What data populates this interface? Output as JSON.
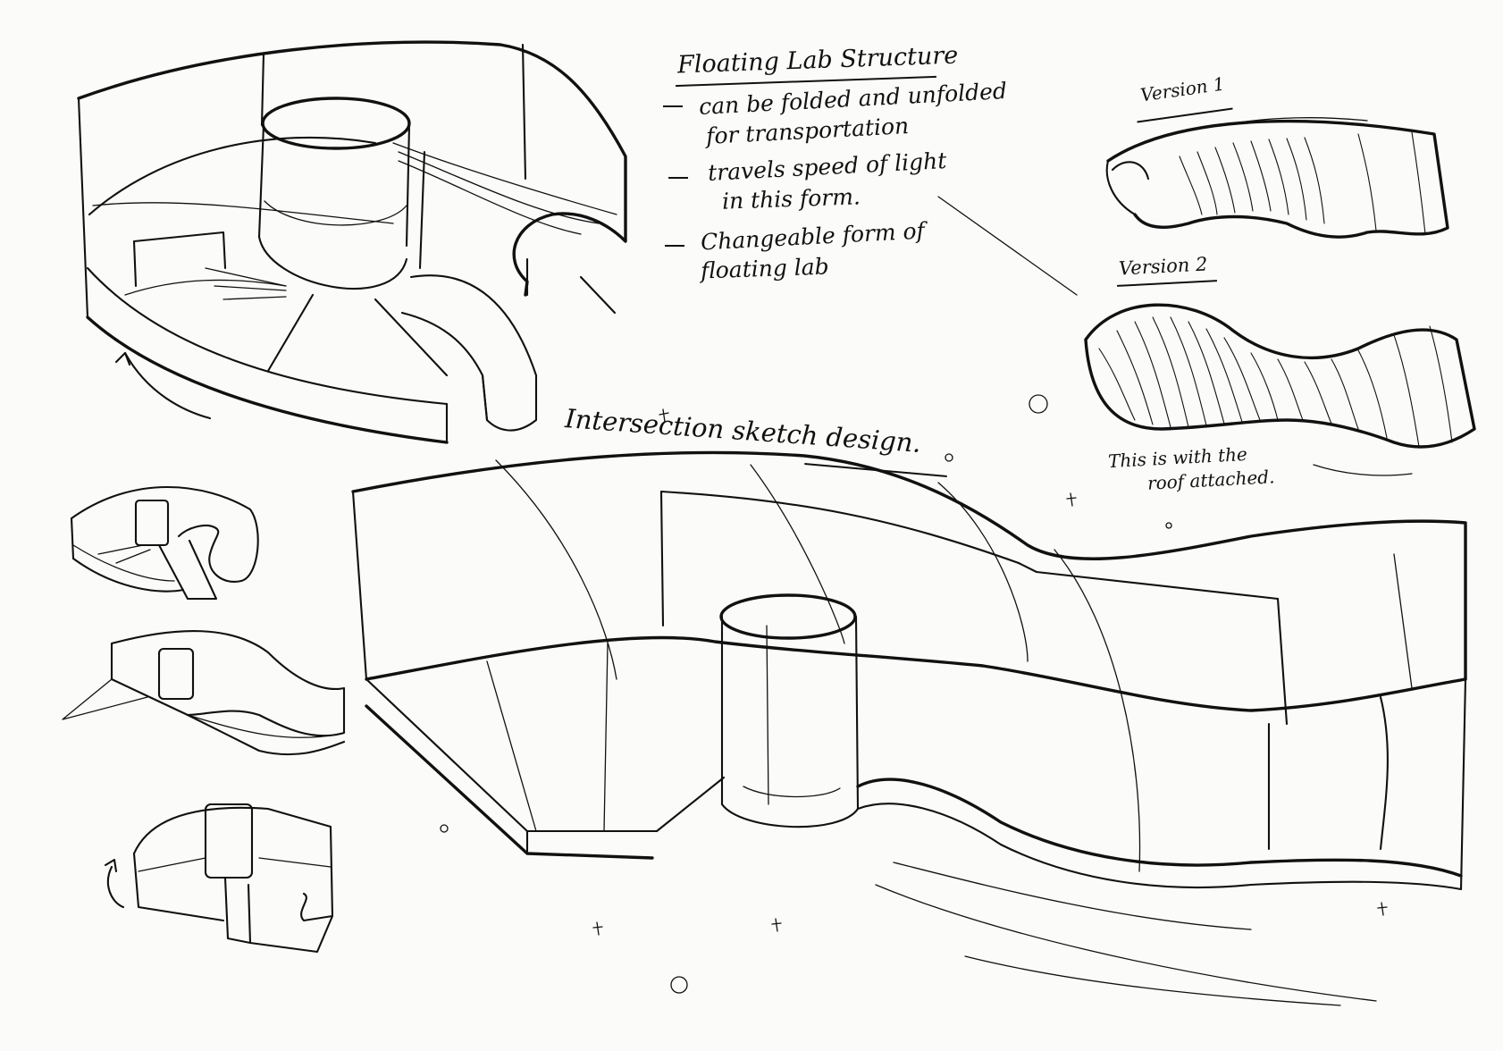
{
  "title": "Floating Lab Structure",
  "notes": [
    {
      "line1": "can be folded and unfolded",
      "line2": "for transportation"
    },
    {
      "line1": "travels speed of light",
      "line2": "in this form."
    },
    {
      "line1": "Changeable form of",
      "line2": "floating lab"
    }
  ],
  "version1": {
    "label": "Version 1"
  },
  "version2": {
    "label": "Version 2",
    "caption_line1": "This is with the",
    "caption_line2": "roof attached."
  },
  "intersection": {
    "label": "Intersection sketch design."
  },
  "ink_color": "#111111",
  "paper_color": "#fbfbfa"
}
